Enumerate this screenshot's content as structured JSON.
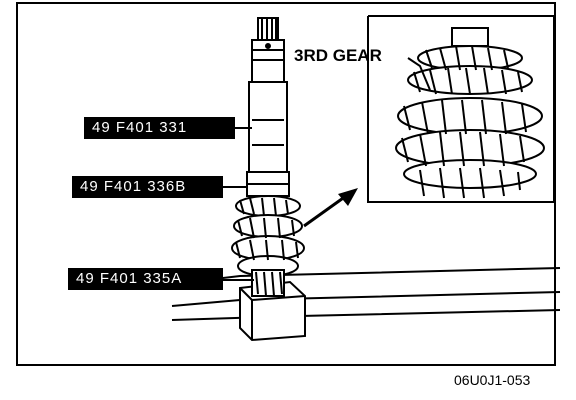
{
  "labels": {
    "tool_1": "49 F401 331",
    "tool_2": "49 F401 336B",
    "tool_3": "49 F401 335A",
    "detail": "3RD GEAR",
    "figure_id": "06U0J1-053"
  },
  "colors": {
    "ink": "#000000",
    "paper": "#ffffff"
  }
}
